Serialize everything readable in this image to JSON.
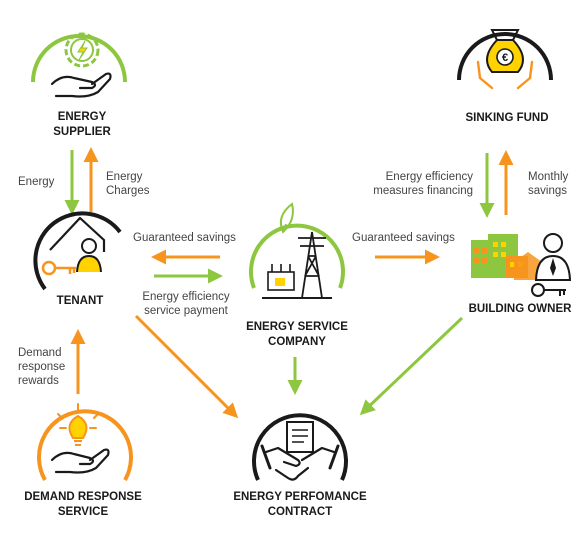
{
  "nodes": {
    "supplier": {
      "line1": "ENERGY",
      "line2": "SUPPLIER",
      "icon": "gear-lightning-hand-icon"
    },
    "sinking_fund": {
      "label": "SINKING FUND",
      "icon": "euro-moneybag-hands-icon"
    },
    "tenant": {
      "label": "TENANT",
      "icon": "house-person-key-icon"
    },
    "esco": {
      "line1": "ENERGY SERVICE",
      "line2": "COMPANY",
      "icon": "leaf-pylon-icon"
    },
    "building_owner": {
      "label": "BUILDING OWNER",
      "icon": "buildings-businessman-key-icon"
    },
    "demand_response": {
      "line1": "DEMAND RESPONSE",
      "line2": "SERVICE",
      "icon": "lightbulb-hand-icon"
    },
    "epc": {
      "line1": "ENERGY PERFOMANCE",
      "line2": "CONTRACT",
      "icon": "handshake-document-icon"
    }
  },
  "flows": {
    "energy": "Energy",
    "energy_charges": {
      "line1": "Energy",
      "line2": "Charges"
    },
    "eff_financing": {
      "line1": "Energy efficiency",
      "line2": "measures financing"
    },
    "monthly_savings": {
      "line1": "Monthly",
      "line2": "savings"
    },
    "guaranteed_savings_tenant": "Guaranteed savings",
    "eff_payment": {
      "line1": "Energy efficiency",
      "line2": "service payment"
    },
    "guaranteed_savings_owner": "Guaranteed savings",
    "dr_rewards": {
      "line1": "Demand",
      "line2": "response",
      "line3": "rewards"
    }
  },
  "colors": {
    "green": "#8DC63F",
    "orange": "#F7941D",
    "dark": "#1a1a1a",
    "yellow": "#FFD200"
  }
}
